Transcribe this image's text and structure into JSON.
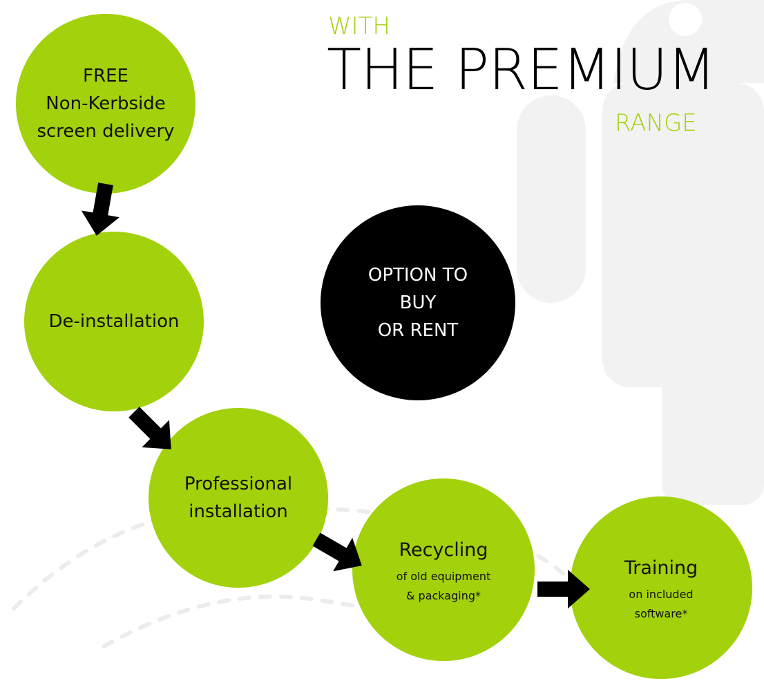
{
  "colors": {
    "accent": "#a3d10c",
    "dark": "#000000",
    "decor": "#f2f2f2",
    "dashes": "#ececec"
  },
  "heading": {
    "with": "WITH",
    "main": "THE PREMIUM",
    "range": "RANGE"
  },
  "steps": [
    {
      "lines": [
        "FREE",
        "Non-Kerbside",
        "screen delivery"
      ]
    },
    {
      "lines": [
        "De-installation"
      ]
    },
    {
      "lines": [
        "Professional",
        "installation"
      ]
    },
    {
      "title": "Recycling",
      "subtitle": [
        "of old equipment",
        "& packaging*"
      ]
    },
    {
      "title": "Training",
      "subtitle": [
        "on included",
        "software*"
      ]
    }
  ],
  "option": {
    "lines": [
      "OPTION TO",
      "BUY",
      "OR RENT"
    ]
  }
}
